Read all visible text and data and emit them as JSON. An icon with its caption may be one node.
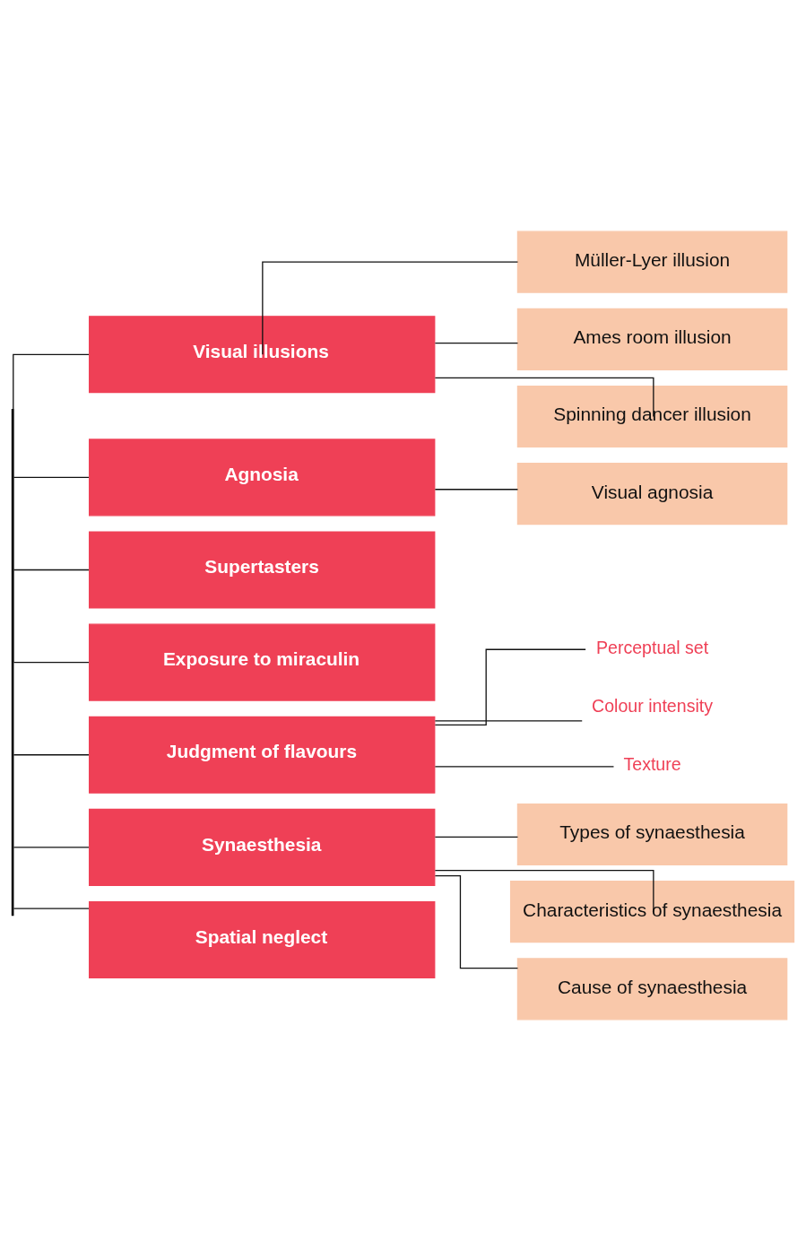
{
  "diagram": {
    "nodes": [
      {
        "text": [
          "Visual illusions"
        ]
      },
      {
        "text": [
          "Müller-Lyer illusion"
        ]
      },
      {
        "text": [
          "Ames room illusion"
        ]
      },
      {
        "text": [
          "Spinning dancer illusion"
        ]
      },
      {
        "text": [
          "Agnosia"
        ]
      },
      {
        "text": [
          "Visual agnosia"
        ]
      },
      {
        "text": [
          "Supertasters"
        ]
      },
      {
        "text": [
          "Exposure to miraculin"
        ]
      },
      {
        "text": [
          "Judgment of flavours"
        ]
      },
      {
        "text": [
          "Perceptual set"
        ]
      },
      {
        "text": [
          "Colour intensity"
        ]
      },
      {
        "text": [
          "Texture"
        ]
      },
      {
        "text": [
          "Synaesthesia"
        ]
      },
      {
        "text": [
          "Types of synaesthesia"
        ]
      },
      {
        "text": [
          "Characteristics of synaesthesia"
        ]
      },
      {
        "text": [
          "Cause of synaesthesia"
        ]
      },
      {
        "text": [
          "Spatial neglect"
        ]
      },
      {
        "text": [],
        "shape": "bar"
      }
    ],
    "edges": [
      {
        "from": 17,
        "to": 0,
        "arrow": "none"
      },
      {
        "from": 17,
        "to": 4,
        "arrow": "none"
      },
      {
        "from": 17,
        "to": 6,
        "arrow": "none"
      },
      {
        "from": 17,
        "to": 7,
        "arrow": "none"
      },
      {
        "from": 17,
        "to": 8,
        "arrow": "none"
      },
      {
        "from": 17,
        "to": 12,
        "arrow": "none"
      },
      {
        "from": 17,
        "to": 16,
        "arrow": "none"
      },
      {
        "from": 0,
        "to": 1,
        "arrow": "none"
      },
      {
        "from": 0,
        "to": 2,
        "arrow": "none"
      },
      {
        "from": 0,
        "to": 3,
        "arrow": "none"
      },
      {
        "from": 4,
        "to": 5,
        "arrow": "none"
      },
      {
        "from": 8,
        "to": 9,
        "arrow": "none"
      },
      {
        "from": 8,
        "to": 10,
        "arrow": "none"
      },
      {
        "from": 8,
        "to": 11,
        "arrow": "none"
      },
      {
        "from": 12,
        "to": 13,
        "arrow": "none"
      },
      {
        "from": 12,
        "to": 14,
        "arrow": "none"
      },
      {
        "from": 12,
        "to": 15,
        "arrow": "none"
      }
    ]
  }
}
